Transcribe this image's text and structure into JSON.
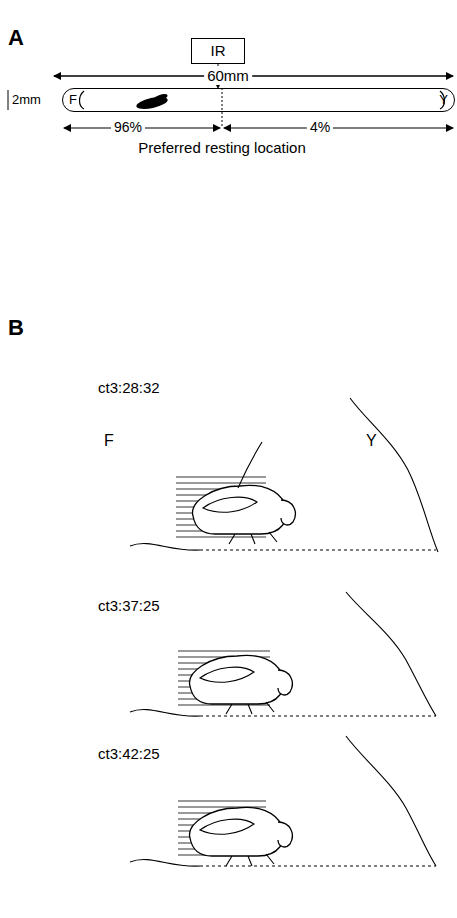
{
  "diagram": {
    "nodes": [
      {
        "text": [
          "IR"
        ]
      },
      {
        "text": [
          "F",
          "Y"
        ]
      }
    ],
    "edges": [
      {
        "from": 0,
        "to": 1,
        "arrow": "to"
      }
    ],
    "labels": [
      "A",
      "60mm",
      "2mm",
      "96%",
      "4%",
      "Preferred resting location",
      "B",
      "ct3:28:32",
      "F",
      "Y",
      "ct3:37:25",
      "ct3:42:25"
    ]
  }
}
